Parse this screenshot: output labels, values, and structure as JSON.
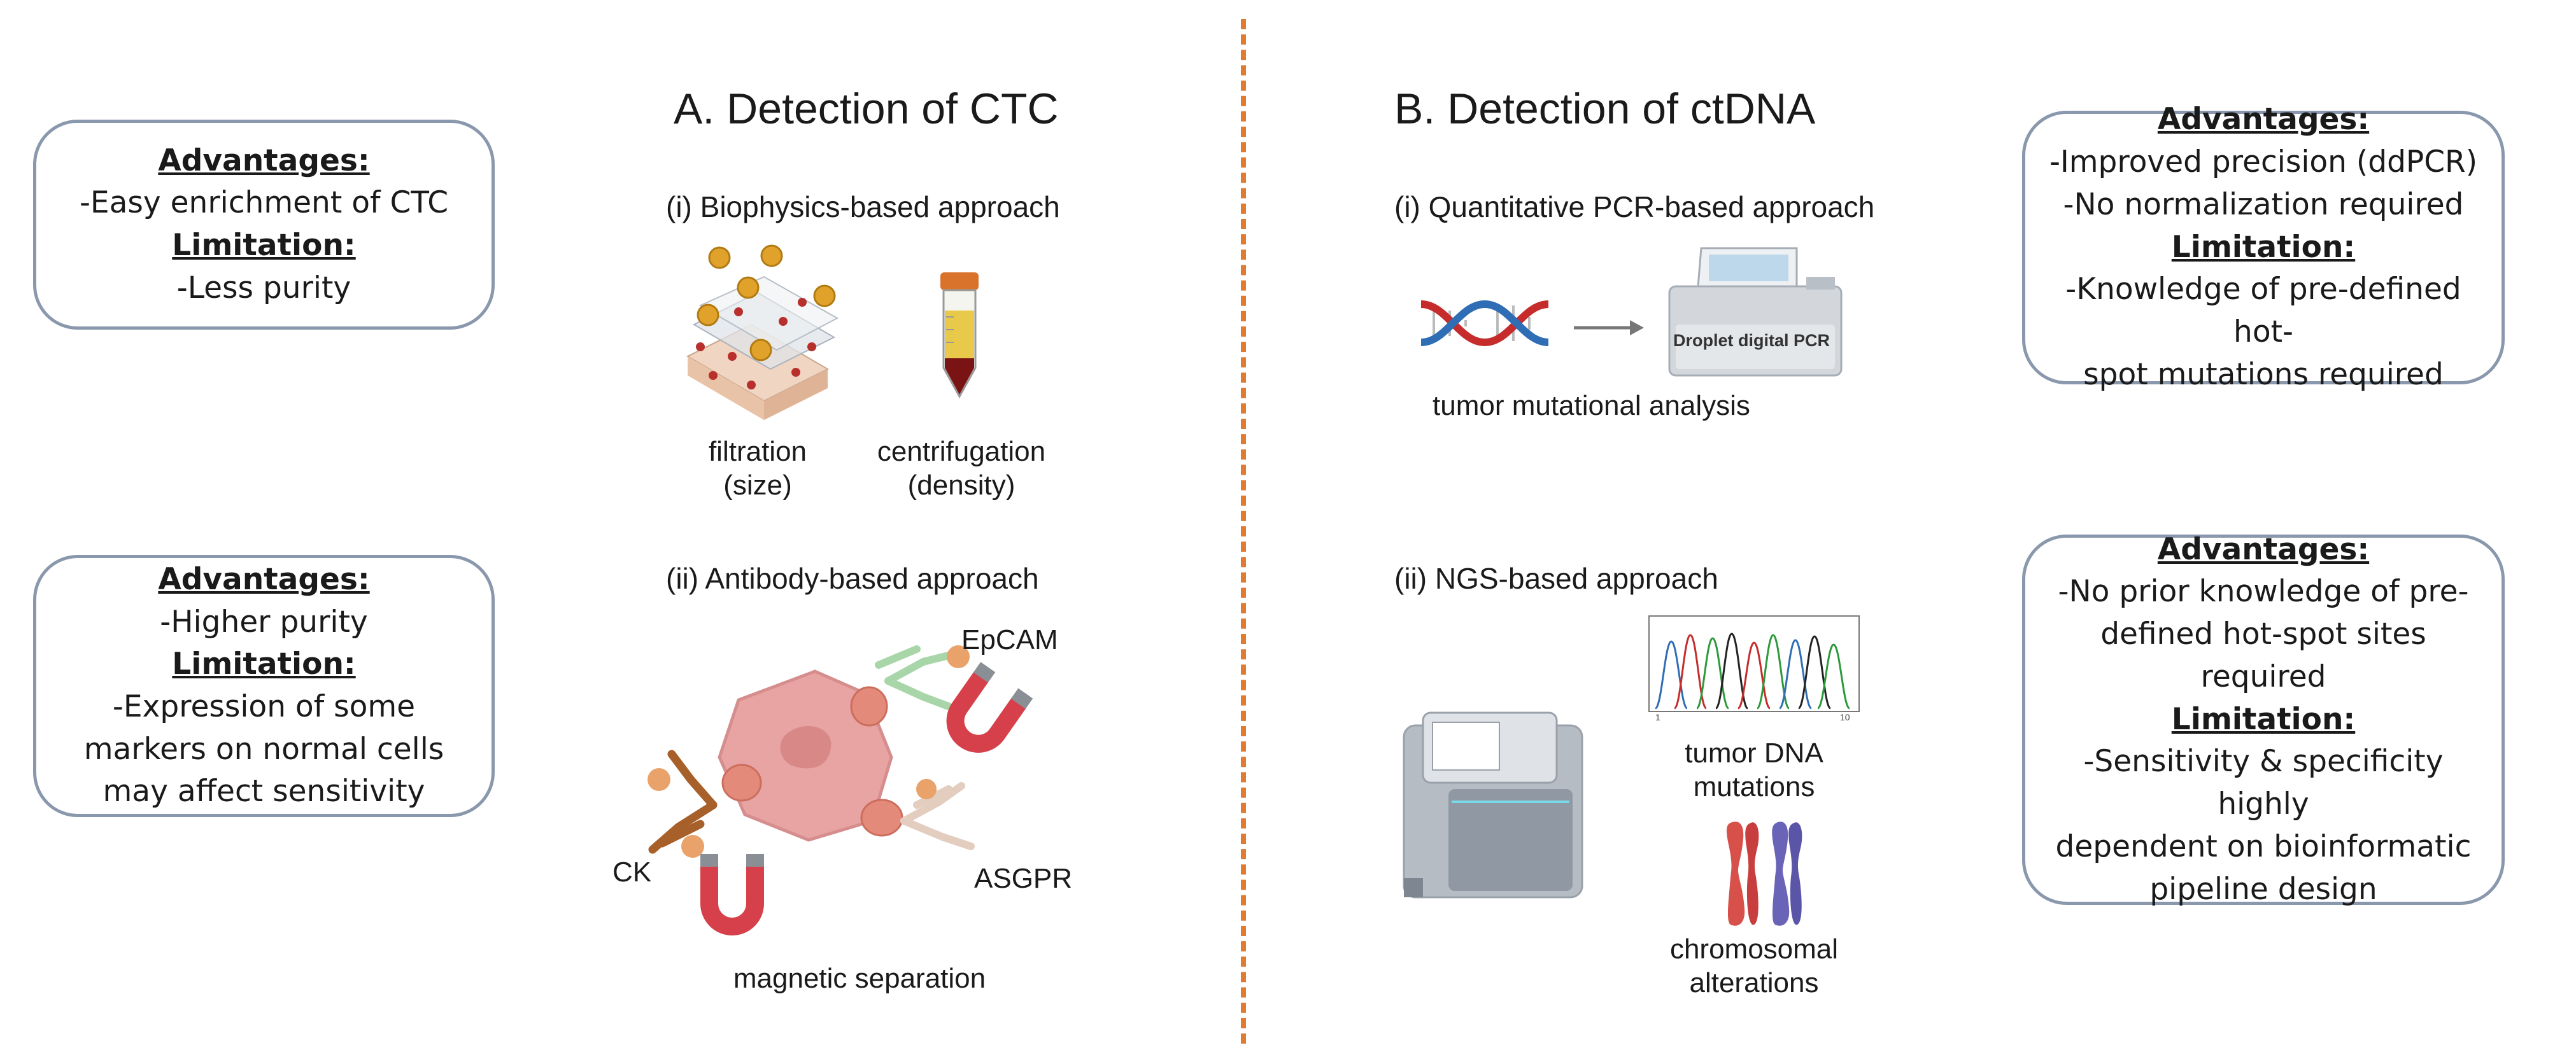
{
  "panel_a": {
    "title": "A. Detection of CTC",
    "biophysics": {
      "label": "(i) Biophysics-based approach",
      "filtration": {
        "line1": "filtration",
        "line2": "(size)"
      },
      "centrifugation": {
        "line1": "centrifugation",
        "line2": "(density)"
      }
    },
    "antibody": {
      "label": "(ii) Antibody-based approach",
      "markers": {
        "epcam": "EpCAM",
        "ck": "CK",
        "asgpr": "ASGPR"
      },
      "caption": "magnetic separation"
    }
  },
  "panel_b": {
    "title": "B. Detection of ctDNA",
    "qpcr": {
      "label": "(i) Quantitative PCR-based approach",
      "device_label": "Droplet digital PCR",
      "caption": "tumor mutational analysis"
    },
    "ngs": {
      "label": "(ii) NGS-based approach",
      "axis_start": "1",
      "axis_end": "10",
      "mutations": {
        "line1": "tumor DNA",
        "line2": "mutations"
      },
      "chromosomal": {
        "line1": "chromosomal",
        "line2": "alterations"
      }
    }
  },
  "boxes": {
    "ctc_biophysics": {
      "adv_heading": "Advantages:",
      "adv": [
        "-Easy enrichment of CTC"
      ],
      "lim_heading": "Limitation:",
      "lim": [
        "-Less purity"
      ]
    },
    "ctc_antibody": {
      "adv_heading": "Advantages:",
      "adv": [
        "-Higher purity"
      ],
      "lim_heading": "Limitation:",
      "lim": [
        "-Expression of some",
        "markers on normal cells",
        "may affect sensitivity"
      ]
    },
    "ctdna_pcr": {
      "adv_heading": "Advantages:",
      "adv": [
        "-Improved precision (ddPCR)",
        "-No normalization required"
      ],
      "lim_heading": "Limitation:",
      "lim": [
        "-Knowledge of pre-defined hot-",
        "spot mutations required"
      ]
    },
    "ctdna_ngs": {
      "adv_heading": "Advantages:",
      "adv": [
        "-No prior knowledge of pre-",
        "defined hot-spot sites required"
      ],
      "lim_heading": "Limitation:",
      "lim": [
        "-Sensitivity & specificity highly",
        "dependent on bioinformatic",
        "pipeline design"
      ]
    }
  },
  "colors": {
    "divider": "#e27a2f",
    "box_border": "#8a98ad",
    "dna_red": "#c62c2c",
    "dna_blue": "#2f6db5",
    "cell": "#e8a3a3",
    "tube_cap": "#d9722b",
    "magnet": "#d5404a"
  }
}
